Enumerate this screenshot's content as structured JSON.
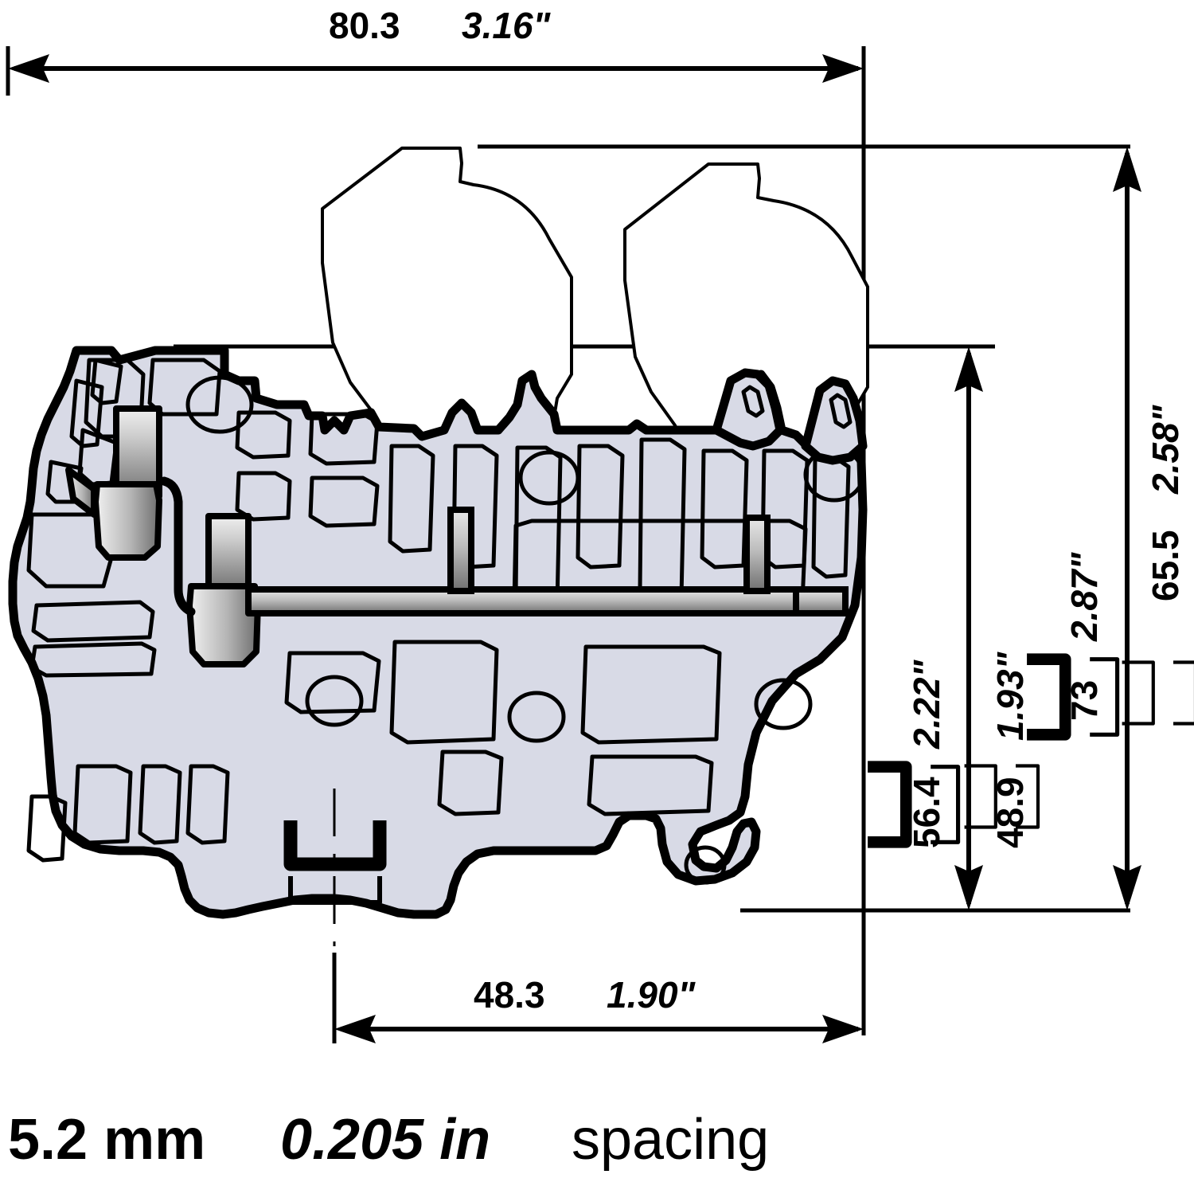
{
  "drawing": {
    "type": "technical-cross-section",
    "subject": "DIN rail terminal block cross-section with dimensions",
    "units": {
      "primary": "mm",
      "secondary": "in"
    },
    "fill_color": "#d8dae6",
    "line_color": "#000000",
    "background": "#ffffff"
  },
  "dimensions": {
    "width_overall": {
      "mm": "80.3",
      "in": "3.16\"",
      "orientation": "horizontal",
      "position": "top"
    },
    "width_inner": {
      "mm": "48.3",
      "in": "1.90\"",
      "orientation": "horizontal",
      "position": "bottom"
    },
    "height_a": {
      "mm": "56.4",
      "in": "2.22\"",
      "orientation": "vertical",
      "position": "right-1"
    },
    "height_b": {
      "mm": "48.9",
      "in": "1.93\"",
      "orientation": "vertical",
      "position": "right-2"
    },
    "height_c": {
      "mm": "73",
      "in": "2.87\"",
      "orientation": "vertical",
      "position": "right-3"
    },
    "height_d": {
      "mm": "65.5",
      "in": "2.58\"",
      "orientation": "vertical",
      "position": "right-4"
    }
  },
  "labels": {
    "top_dim": "80.3",
    "top_dim_in": "3.16\"",
    "bottom_dim": "48.3",
    "bottom_dim_in": "1.90\"",
    "right_dim_1": "56.4",
    "right_dim_1_in": "2.22\"",
    "right_dim_2": "48.9",
    "right_dim_2_in": "1.93\"",
    "right_dim_3": "73",
    "right_dim_3_in": "2.87\"",
    "right_dim_4": "65.5",
    "right_dim_4_in": "2.58\""
  },
  "caption": {
    "mm_value": "5.2 mm",
    "in_value": "0.205 in",
    "word": "spacing",
    "full": "5.2 mm 0.205 in spacing"
  },
  "symbols": {
    "din_rail_bottom": "din-rail-symbol",
    "din_rail_right_1": "din-rail-symbol-rotated",
    "din_rail_right_2": "din-rail-symbol-rotated"
  }
}
